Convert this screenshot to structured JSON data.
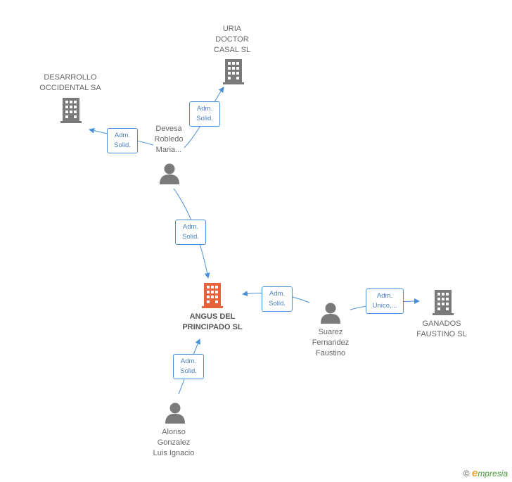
{
  "colors": {
    "edge": "#4a90d9",
    "company": "#7a7a7a",
    "company_main": "#e8613a",
    "person": "#7a7a7a"
  },
  "nodes": {
    "uria": {
      "label": "URIA\nDOCTOR\nCASAL SL",
      "icon": "building-icon"
    },
    "desarrollo": {
      "label": "DESARROLLO\nOCCIDENTAL SA",
      "icon": "building-icon"
    },
    "devesa": {
      "label": "Devesa\nRobledo\nMaria...",
      "icon": "person-icon"
    },
    "angus": {
      "label": "ANGUS DEL\nPRINCIPADO SL",
      "icon": "building-icon"
    },
    "suarez": {
      "label": "Suarez\nFernandez\nFaustino",
      "icon": "person-icon"
    },
    "ganados": {
      "label": "GANADOS\nFAUSTINO SL",
      "icon": "building-icon"
    },
    "alonso": {
      "label": "Alonso\nGonzalez\nLuis Ignacio",
      "icon": "person-icon"
    }
  },
  "edges": [
    {
      "from": "devesa",
      "to": "uria",
      "label": "Adm.\nSolid."
    },
    {
      "from": "devesa",
      "to": "desarrollo",
      "label": "Adm.\nSolid."
    },
    {
      "from": "devesa",
      "to": "angus",
      "label": "Adm.\nSolid."
    },
    {
      "from": "suarez",
      "to": "angus",
      "label": "Adm.\nSolid."
    },
    {
      "from": "suarez",
      "to": "ganados",
      "label": "Adm.\nUnico,..."
    },
    {
      "from": "alonso",
      "to": "angus",
      "label": "Adm.\nSolid."
    }
  ],
  "footer": {
    "copyright_symbol": "©",
    "brand_first": "e",
    "brand_rest": "mpresia"
  }
}
